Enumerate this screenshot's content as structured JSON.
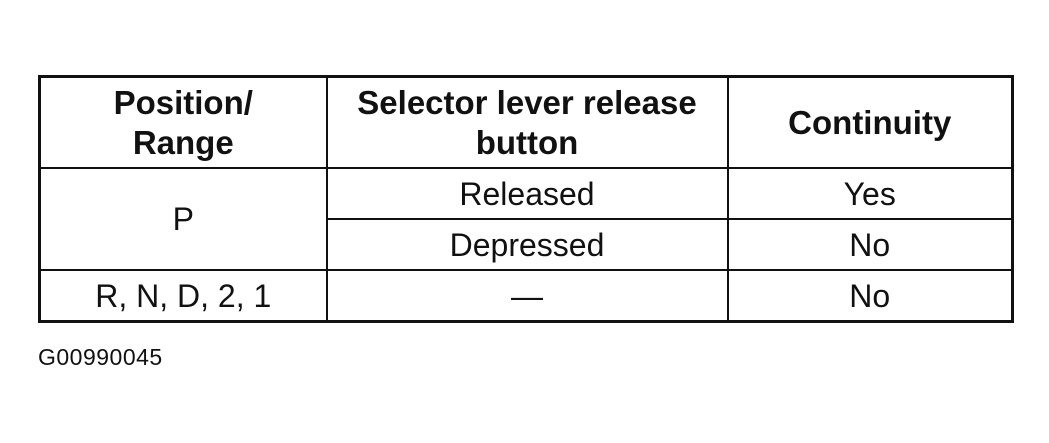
{
  "table": {
    "headers": {
      "position_line1": "Position/",
      "position_line2": "Range",
      "button_line1": "Selector lever release",
      "button_line2": "button",
      "continuity": "Continuity"
    },
    "rows": [
      {
        "position": "P",
        "button": "Released",
        "continuity": "Yes"
      },
      {
        "position": "P",
        "button": "Depressed",
        "continuity": "No"
      },
      {
        "position": "R, N, D, 2, 1",
        "button": "—",
        "continuity": "No"
      }
    ]
  },
  "figure_code": "G00990045"
}
